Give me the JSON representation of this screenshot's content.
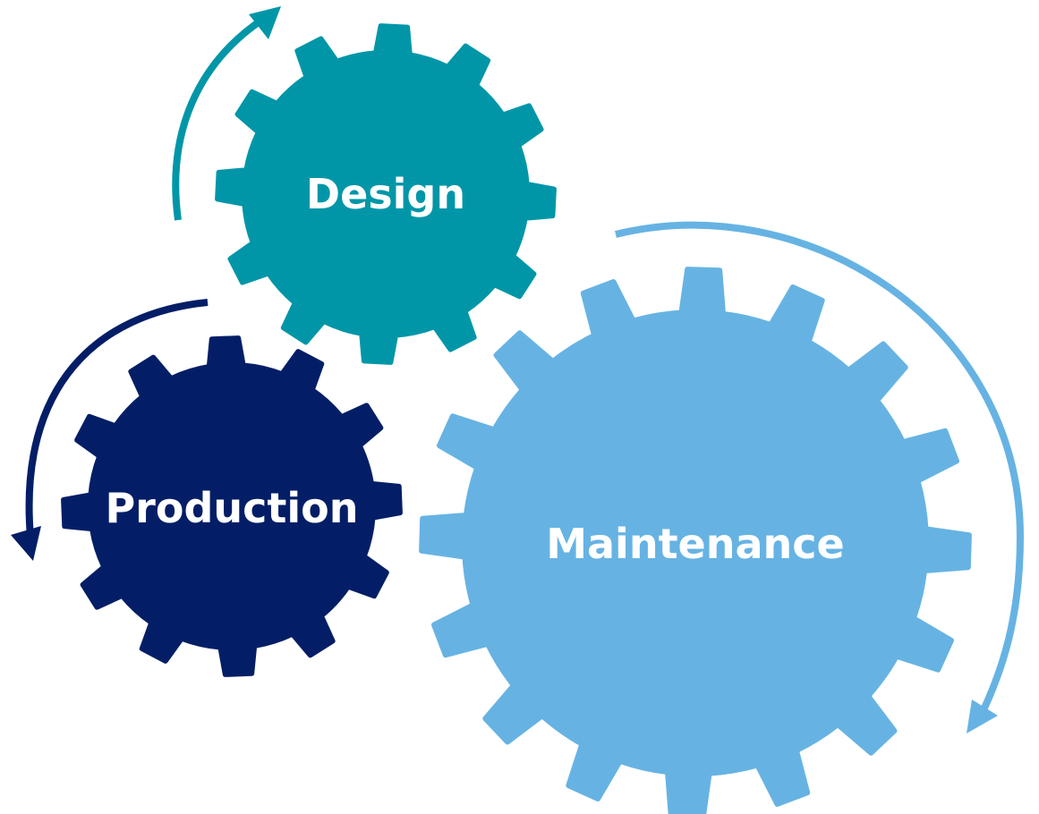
{
  "gears": [
    {
      "id": "design",
      "label": "Design",
      "color": "#0096A8"
    },
    {
      "id": "production",
      "label": "Production",
      "color": "#031E66"
    },
    {
      "id": "maintenance",
      "label": "Maintenance",
      "color": "#66B3E3"
    }
  ],
  "arrows": [
    {
      "id": "design-arrow",
      "color": "#0096A8",
      "direction": "clockwise"
    },
    {
      "id": "production-arrow",
      "color": "#031E66",
      "direction": "counter-clockwise"
    },
    {
      "id": "maintenance-arrow",
      "color": "#66B3E3",
      "direction": "clockwise"
    }
  ]
}
